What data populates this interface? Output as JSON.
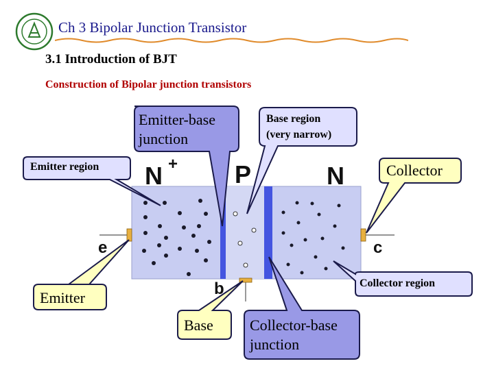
{
  "header": {
    "title": "Ch 3 Bipolar Junction Transistor",
    "logo_icon": "university-seal-icon"
  },
  "section": {
    "subtitle": "3.1 Introduction of BJT",
    "heading": "Construction of Bipolar junction transistors"
  },
  "regions": {
    "emitter_letter": "N",
    "emitter_plus": "+",
    "base_letter": "P",
    "collector_letter": "N"
  },
  "terminals": {
    "emitter": "e",
    "base": "b",
    "collector": "c"
  },
  "callouts": {
    "emitter_base_junction": [
      "Emitter-base",
      "junction"
    ],
    "base_region": [
      "Base  region",
      "(very narrow)"
    ],
    "emitter_region": "Emitter region",
    "collector": "Collector",
    "collector_region": "Collector region",
    "emitter": "Emitter",
    "base": "Base",
    "collector_base_junction": [
      "Collector-base",
      "junction"
    ]
  },
  "colors": {
    "title": "#1a1a8c",
    "heading": "#b00000",
    "yellow_callout": "#ffffc0",
    "purple_callout": "#9999e6",
    "lavender_callout": "#e0e0ff",
    "device_body": "#c8cdf2",
    "junction_stripe": "#4455e0"
  }
}
